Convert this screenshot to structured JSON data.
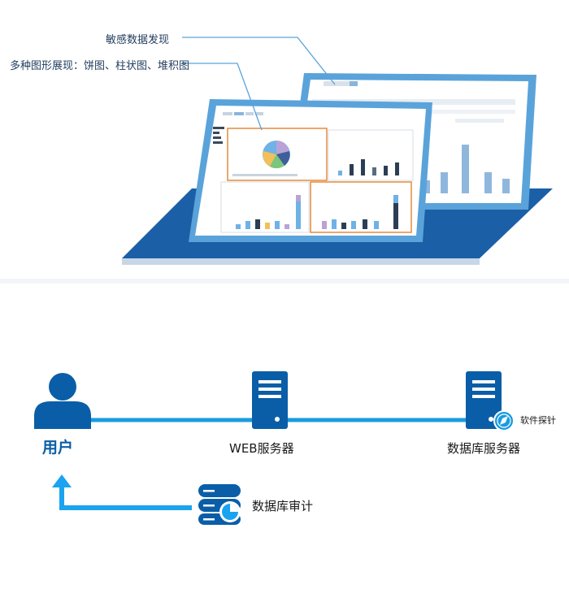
{
  "top_section": {
    "callouts": {
      "sensitive": "敏感数据发现",
      "charts": "多种图形展现：饼图、柱状图、堆积图"
    }
  },
  "diagram": {
    "nodes": {
      "user": "用户",
      "web_server": "WEB服务器",
      "db_server": "数据库服务器",
      "probe": "软件探针",
      "audit": "数据库审计"
    }
  },
  "colors": {
    "primary_blue": "#0a5ea8",
    "line_blue": "#1a9be0",
    "arrow_blue": "#1aa3f0",
    "screen_frame": "#5aa3da",
    "base_dark": "#1b5fa7",
    "highlight_orange": "#e58a3a"
  }
}
